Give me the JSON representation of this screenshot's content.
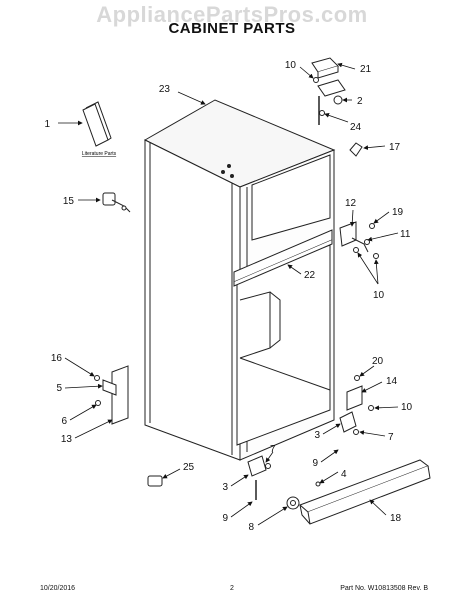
{
  "watermark": "AppliancePartsPros.com",
  "title": "CABINET PARTS",
  "literature_label": "Literature Parts",
  "footer": {
    "date": "10/20/2016",
    "page": "2",
    "part_number": "Part No. W10813508  Rev. B"
  },
  "callouts": {
    "c1": "1",
    "c2": "2",
    "c3a": "3",
    "c3b": "3",
    "c4": "4",
    "c5": "5",
    "c6": "6",
    "c7a": "7",
    "c7b": "7",
    "c8": "8",
    "c9a": "9",
    "c9b": "9",
    "c10a": "10",
    "c10b": "10",
    "c10c": "10",
    "c11": "11",
    "c12": "12",
    "c13": "13",
    "c14": "14",
    "c15": "15",
    "c16": "16",
    "c17": "17",
    "c18": "18",
    "c19": "19",
    "c20": "20",
    "c21": "21",
    "c22": "22",
    "c23": "23",
    "c24": "24",
    "c25": "25"
  }
}
